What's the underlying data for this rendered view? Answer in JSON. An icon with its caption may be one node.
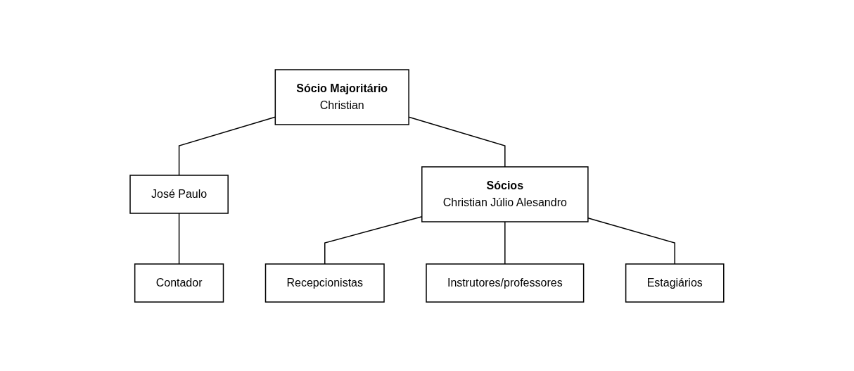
{
  "diagram": {
    "nodes": [
      {
        "text": [
          "Sócio Majoritário",
          "Christian"
        ]
      },
      {
        "text": [
          "José Paulo"
        ]
      },
      {
        "text": [
          "Contador"
        ]
      },
      {
        "text": [
          "Sócios",
          "Christian Júlio Alesandro"
        ]
      },
      {
        "text": [
          "Recepcionistas"
        ]
      },
      {
        "text": [
          "Instrutores/professores"
        ]
      },
      {
        "text": [
          "Estagiários"
        ]
      }
    ],
    "edges": [
      {
        "from": 0,
        "to": 1,
        "arrow": "none"
      },
      {
        "from": 1,
        "to": 2,
        "arrow": "none"
      },
      {
        "from": 0,
        "to": 3,
        "arrow": "none"
      },
      {
        "from": 3,
        "to": 4,
        "arrow": "none"
      },
      {
        "from": 3,
        "to": 5,
        "arrow": "none"
      },
      {
        "from": 3,
        "to": 6,
        "arrow": "none"
      }
    ]
  }
}
